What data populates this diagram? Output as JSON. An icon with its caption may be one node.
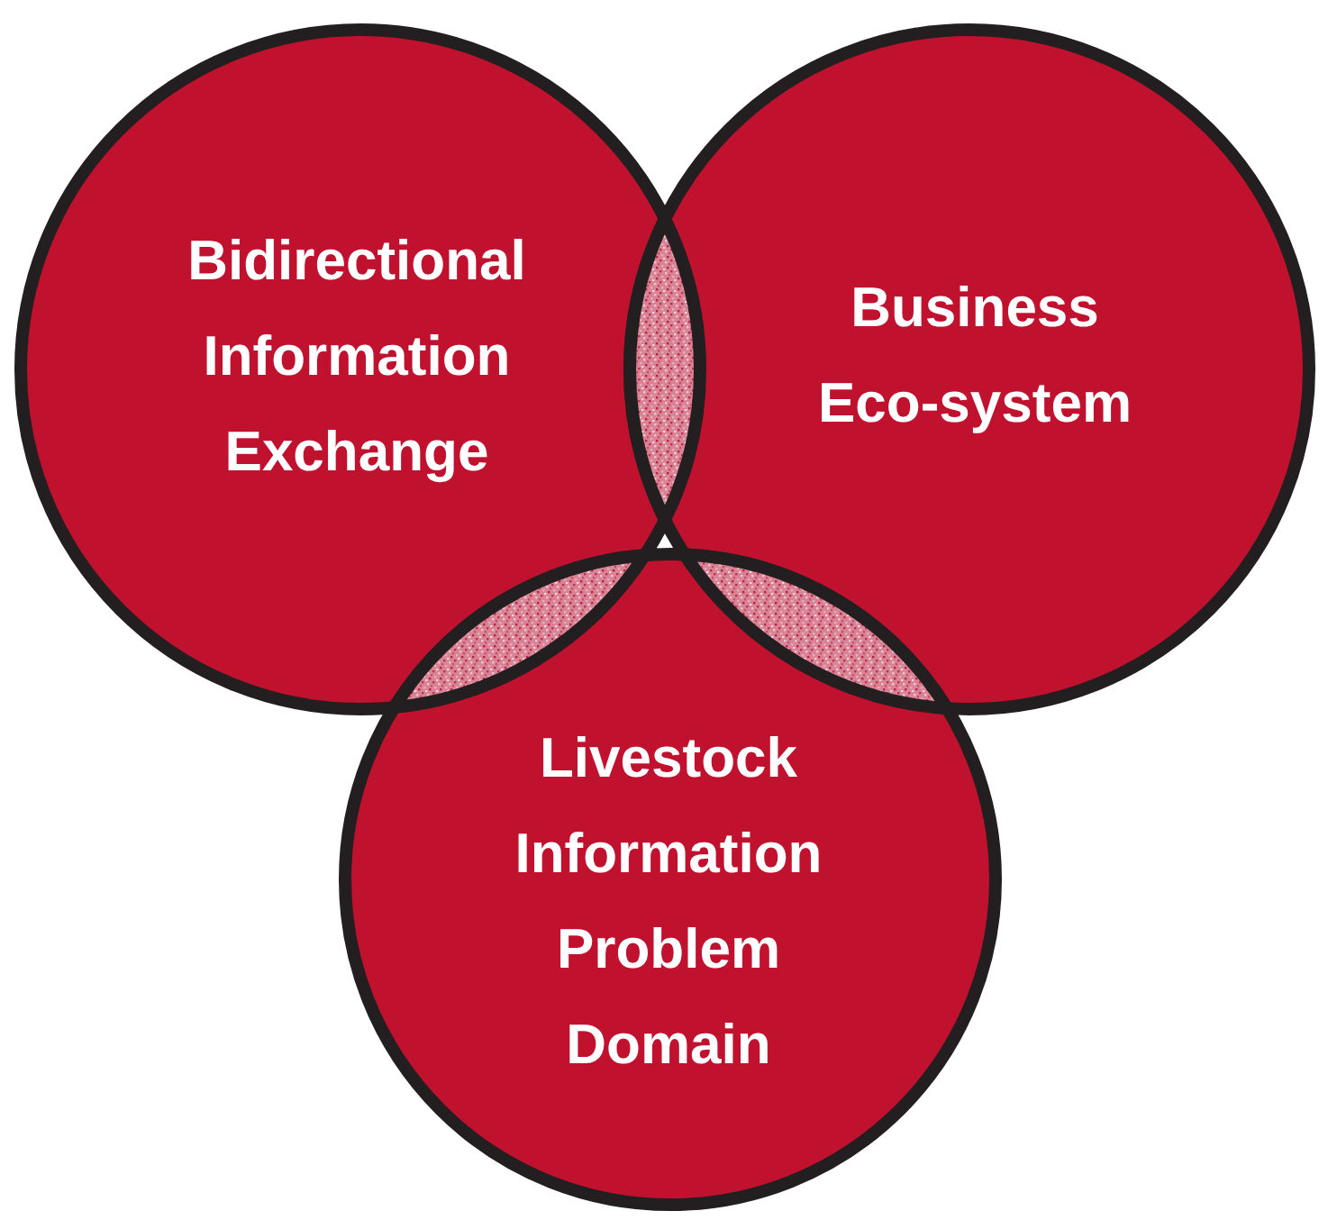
{
  "diagram": {
    "nodes": [
      {
        "text": [
          "Bidirectional Information Exchange"
        ]
      },
      {
        "text": [
          "Business Eco-system"
        ]
      },
      {
        "text": [
          "Livestock Information Problem Domain"
        ]
      }
    ]
  }
}
